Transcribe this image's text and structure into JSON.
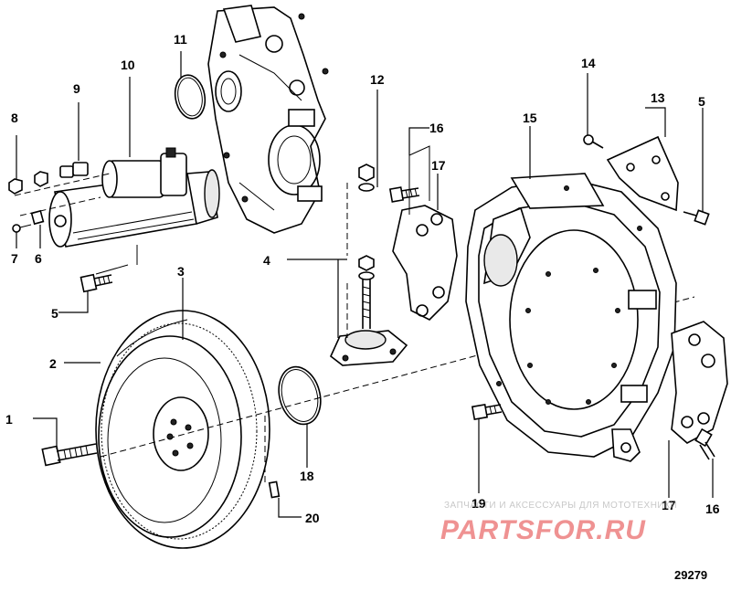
{
  "figure_id": "29279",
  "watermark": {
    "line1": "ЗАПЧАСТИ И АКСЕССУАРЫ ДЛЯ МОТОТЕХНИКИ",
    "logo": "PARTSFOR.RU",
    "color": "#e23a3a"
  },
  "callouts": [
    {
      "id": "c1",
      "label": "1"
    },
    {
      "id": "c2",
      "label": "2"
    },
    {
      "id": "c3",
      "label": "3"
    },
    {
      "id": "c4",
      "label": "4"
    },
    {
      "id": "c5a",
      "label": "5"
    },
    {
      "id": "c5b",
      "label": "5"
    },
    {
      "id": "c6",
      "label": "6"
    },
    {
      "id": "c7",
      "label": "7"
    },
    {
      "id": "c8",
      "label": "8"
    },
    {
      "id": "c9",
      "label": "9"
    },
    {
      "id": "c10",
      "label": "10"
    },
    {
      "id": "c11",
      "label": "11"
    },
    {
      "id": "c12",
      "label": "12"
    },
    {
      "id": "c13",
      "label": "13"
    },
    {
      "id": "c14",
      "label": "14"
    },
    {
      "id": "c15",
      "label": "15"
    },
    {
      "id": "c16a",
      "label": "16"
    },
    {
      "id": "c16b",
      "label": "16"
    },
    {
      "id": "c17a",
      "label": "17"
    },
    {
      "id": "c17b",
      "label": "17"
    },
    {
      "id": "c18",
      "label": "18"
    },
    {
      "id": "c19",
      "label": "19"
    },
    {
      "id": "c20",
      "label": "20"
    }
  ]
}
